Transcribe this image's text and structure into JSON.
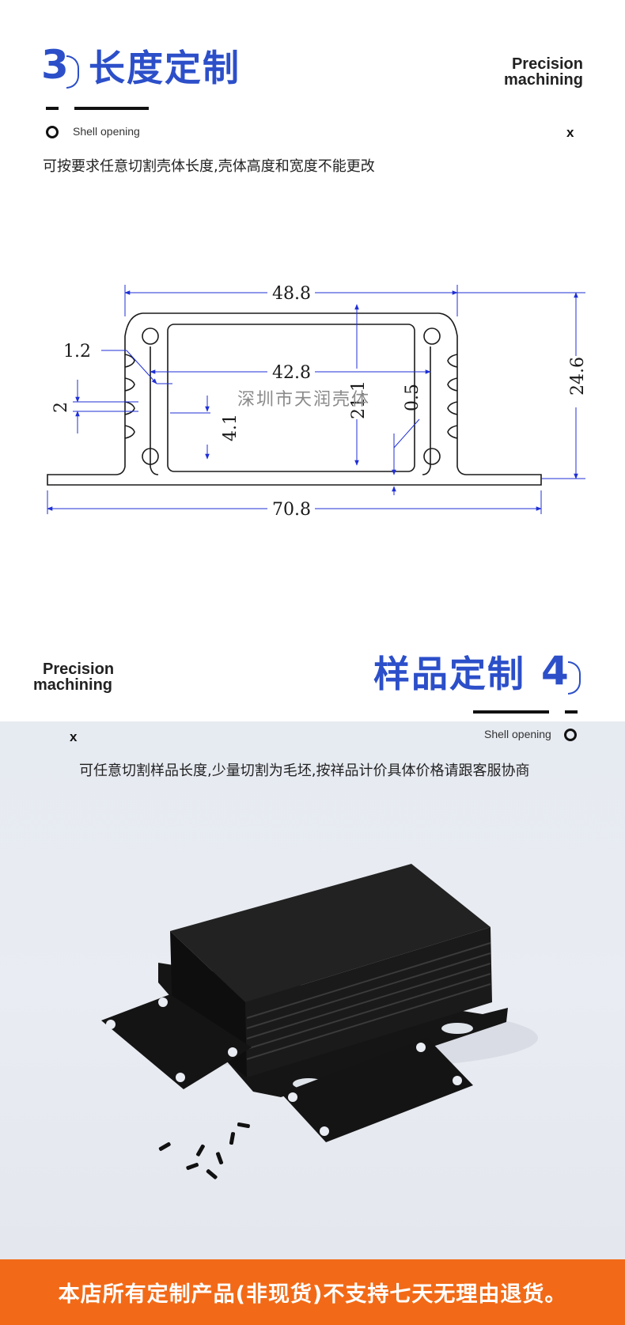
{
  "section3": {
    "number": "3",
    "title": "长度定制",
    "en_title_line1": "Precision",
    "en_title_line2": "machining",
    "caption": "Shell opening",
    "x_mark": "x",
    "description": "可按要求任意切割壳体长度,壳体高度和宽度不能更改"
  },
  "drawing": {
    "dim_top_width": "48.8",
    "dim_inner_width": "42.8",
    "dim_total_width": "70.8",
    "dim_height": "24.6",
    "dim_inner_height": "21.1",
    "dim_fin": "1.2",
    "dim_slot": "2",
    "dim_flange": "4.1",
    "dim_thickness": "0.5",
    "watermark": "深圳市天润壳体",
    "line_color": "#1a1a1a",
    "dim_color": "#1f2fd6"
  },
  "section4": {
    "number": "4",
    "title": "样品定制",
    "en_title_line1": "Precision",
    "en_title_line2": "machining",
    "caption": "Shell opening",
    "x_mark": "x",
    "description": "可任意切割样品长度,少量切割为毛坯,按祥品计价具体价格请跟客服协商"
  },
  "footer": {
    "text": "本店所有定制产品(非现货)不支持七天无理由退货。",
    "color": "#f26a17"
  }
}
